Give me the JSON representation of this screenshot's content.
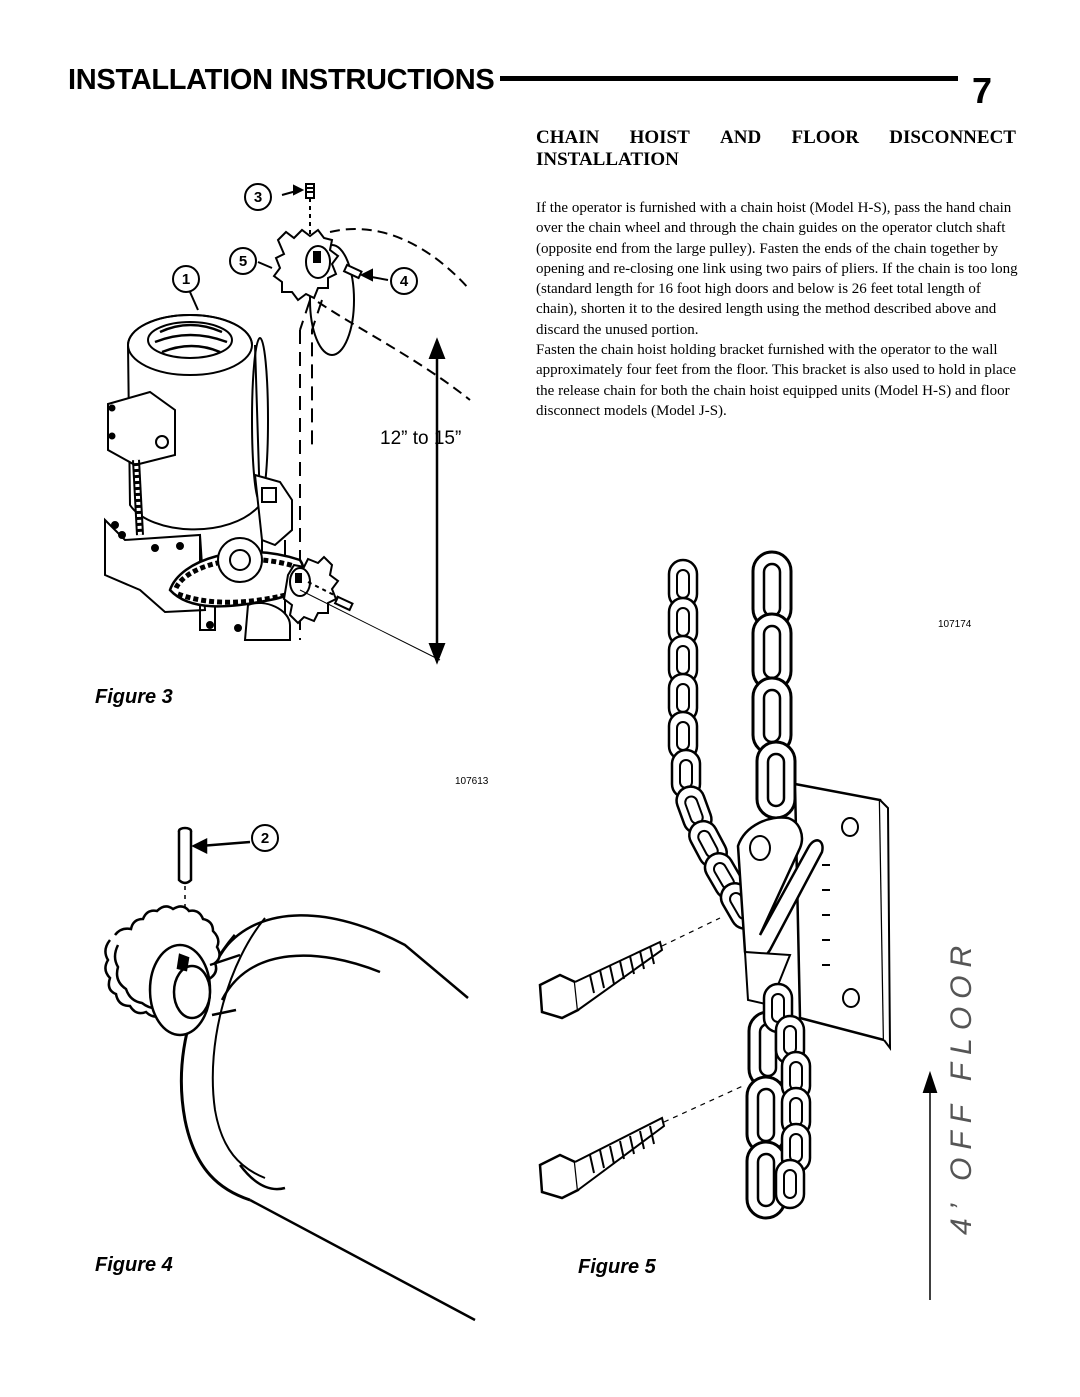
{
  "header": {
    "title": "INSTALLATION INSTRUCTIONS",
    "page_number": "7"
  },
  "section": {
    "heading_words": [
      "CHAIN",
      "HOIST",
      "AND",
      "FLOOR",
      "DISCONNECT"
    ],
    "heading_line2": "INSTALLATION",
    "paragraph1": "If the operator is furnished with a chain hoist (Model H-S), pass the hand chain over the chain wheel and through the chain guides on the operator clutch shaft (opposite end from the large pulley). Fasten the ends of the chain together by opening and re-closing one link using two pairs of pliers. If the chain is too long (standard length for 16 foot high doors and below is 26 feet total length of chain), shorten it to the desired length using the method described above and discard the unused portion.",
    "paragraph2": "Fasten the chain hoist holding bracket furnished with the operator to the wall approximately four feet from the floor. This bracket is also used to hold in place the release chain for both the chain hoist equipped units (Model H-S) and floor disconnect models (Model J-S)."
  },
  "figure3": {
    "caption": "Figure 3",
    "part_number": "107613",
    "dimension_label": "12” to 15”",
    "callouts": [
      "1",
      "3",
      "4",
      "5"
    ]
  },
  "figure4": {
    "caption": "Figure 4",
    "callouts": [
      "2"
    ]
  },
  "figure5": {
    "caption": "Figure 5",
    "part_number": "107174",
    "floor_label": "4’ OFF FLOOR"
  }
}
